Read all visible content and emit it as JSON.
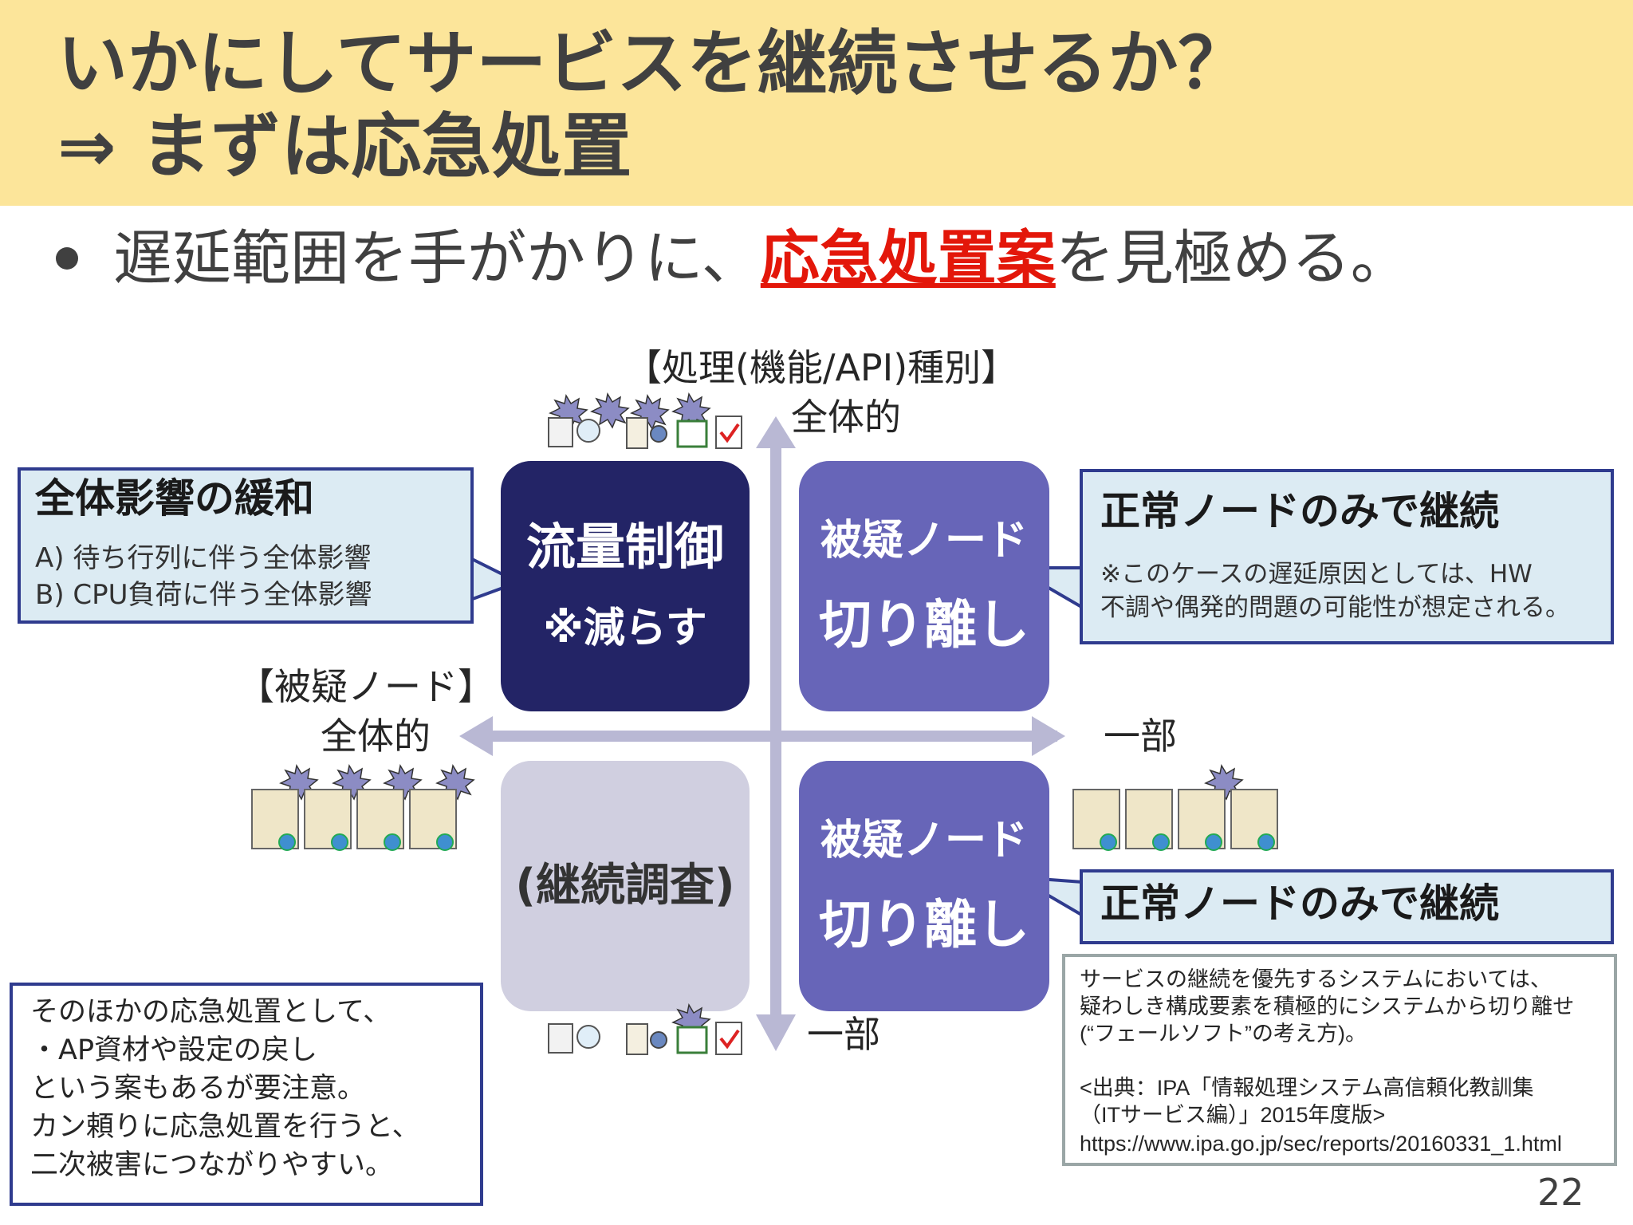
{
  "title": {
    "line1": "いかにしてサービスを継続させるか？",
    "line2": "⇒ まずは応急処置"
  },
  "bullet": {
    "before": "遅延範囲を手がかりに、",
    "highlight": "応急処置案",
    "after": "を見極める。"
  },
  "axis": {
    "vertical_title": "【処理(機能/API)種別】",
    "vertical_top": "全体的",
    "vertical_bottom": "一部",
    "horizontal_title": "【被疑ノード】",
    "horizontal_left": "全体的",
    "horizontal_right": "一部"
  },
  "quadrants": {
    "top_left": {
      "line1": "流量制御",
      "line2": "※減らす"
    },
    "top_right": {
      "line1": "被疑ノード",
      "line2": "切り離し"
    },
    "bottom_left": {
      "line1": "(継続調査)"
    },
    "bottom_right": {
      "line1": "被疑ノード",
      "line2": "切り離し"
    }
  },
  "callouts": {
    "left": {
      "title": "全体影響の緩和",
      "lines": [
        "A) 待ち行列に伴う全体影響",
        "B) CPU負荷に伴う全体影響"
      ]
    },
    "right_top": {
      "title": "正常ノードのみで継続",
      "lines": [
        "※このケースの遅延原因としては、HW",
        "不調や偶発的問題の可能性が想定される。"
      ]
    },
    "right_bottom": {
      "title": "正常ノードのみで継続"
    }
  },
  "note_left": {
    "lines": [
      "そのほかの応急処置として、",
      "・AP資材や設定の戻し",
      "という案もあるが要注意。",
      "カン頼りに応急処置を行うと、",
      "二次被害につながりやすい。"
    ]
  },
  "source_box": {
    "lines": [
      "サービスの継続を優先するシステムにおいては、",
      "疑わしき構成要素を積極的にシステムから切り離せ",
      "(“フェールソフト”の考え方)。",
      "",
      "<出典：IPA「情報処理システム高信頼化教訓集",
      "（ITサービス編）」2015年度版>",
      "https://www.ipa.go.jp/sec/reports/20160331_1.html"
    ]
  },
  "page_number": "22",
  "colors": {
    "title_band": "#fce59a",
    "dark_navy": "#232466",
    "purple": "#6765b8",
    "light_lavender": "#d0cfe0",
    "axis": "#b9b8d4",
    "highlight_red": "#e3170a",
    "callout_bg": "#dcebf3",
    "callout_border": "#2f3b8e"
  }
}
